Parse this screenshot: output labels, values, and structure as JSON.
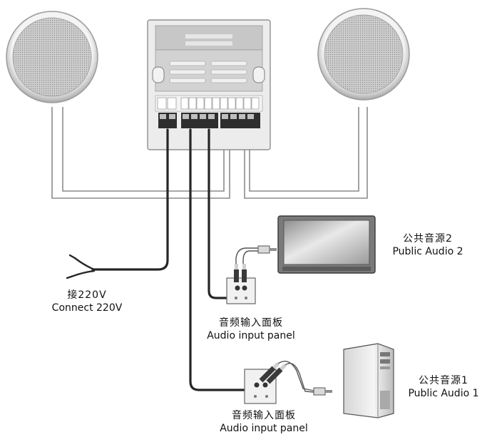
{
  "labels": {
    "power": {
      "cn": "接220V",
      "en": "Connect 220V"
    },
    "panel_1": {
      "cn": "音频输入面板",
      "en": "Audio input panel"
    },
    "panel_2": {
      "cn": "音频输入面板",
      "en": "Audio input panel"
    },
    "source_2": {
      "cn": "公共音源2",
      "en": "Public Audio 2"
    },
    "source_1": {
      "cn": "公共音源1",
      "en": "Public Audio 1"
    }
  },
  "colors": {
    "cable": "#2b2b2b",
    "speaker_wire": "#9a9a9a",
    "amp_body": "#e4e4e4",
    "amp_front": "#c9c9c9",
    "terminal": "#3a3a3a",
    "speaker_grille": "#b8b8b8"
  },
  "icons": [
    "ceiling-speaker-icon",
    "wall-amplifier-icon",
    "flat-tv-icon",
    "desktop-pc-icon",
    "rca-plug-icon",
    "audio-jack-icon",
    "power-plug-icon"
  ]
}
